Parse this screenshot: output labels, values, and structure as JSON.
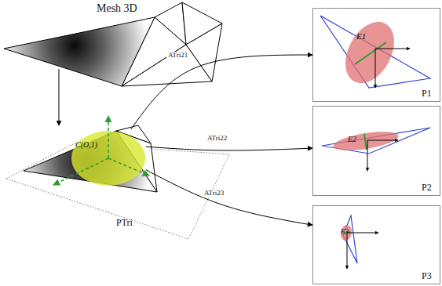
{
  "diagram": {
    "nodes": [
      {
        "text": [
          "Mesh 3D"
        ]
      },
      {
        "text": [
          "PTri"
        ]
      },
      {
        "text": [
          "C(O,1)"
        ],
        "in": 1
      },
      {
        "text": [
          "P1"
        ]
      },
      {
        "text": [
          "E1"
        ],
        "in": 3
      },
      {
        "text": [
          "P2"
        ]
      },
      {
        "text": [
          "E2"
        ],
        "in": 5
      },
      {
        "text": [
          "P3"
        ]
      },
      {
        "text": [
          "E3"
        ],
        "in": 7
      }
    ],
    "edges": [
      {
        "from": 0,
        "to": 1,
        "arrow": "to"
      },
      {
        "from": 2,
        "to": 3,
        "label": "ATri21",
        "arrow": "to"
      },
      {
        "from": 2,
        "to": 5,
        "label": "ATri22",
        "arrow": "to"
      },
      {
        "from": 2,
        "to": 7,
        "label": "ATri23",
        "arrow": "to"
      }
    ]
  }
}
